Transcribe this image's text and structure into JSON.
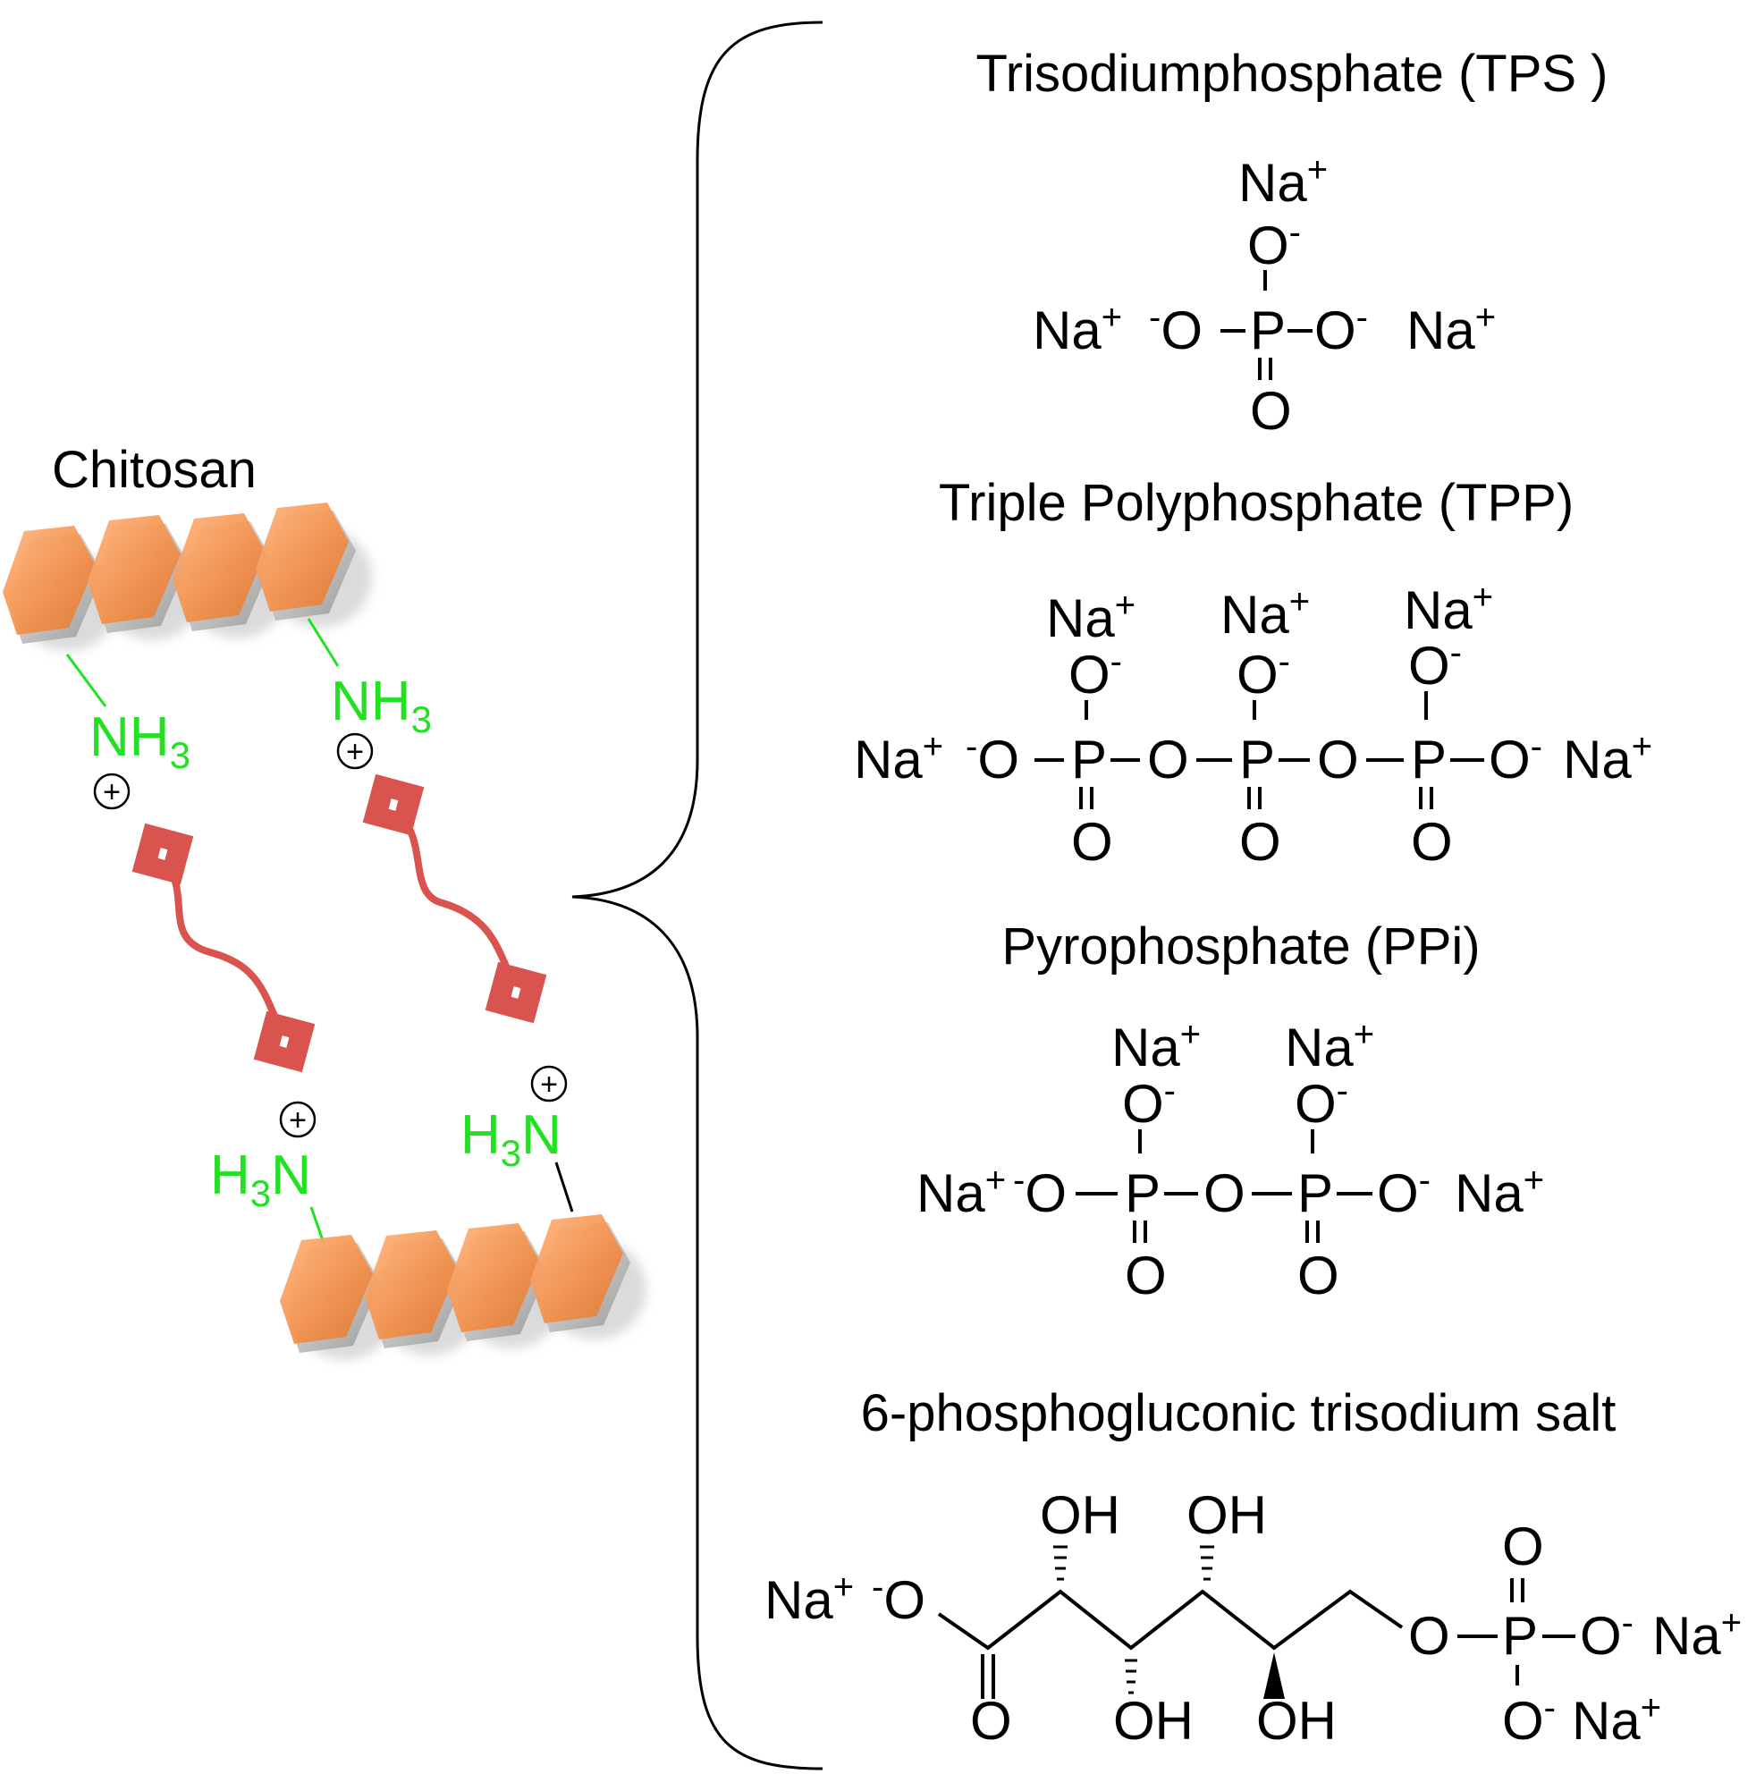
{
  "chitosan": {
    "label": "Chitosan",
    "amine_top_label": "NH",
    "amine_bottom_label": "H",
    "amine_subscript": "3",
    "amine_nitrogen": "N",
    "positive_charge": "+",
    "glucosamine_units_per_chain": 4,
    "crosslinker_count": 2
  },
  "molecules": [
    {
      "name": "Trisodiumphosphate (TPS )"
    },
    {
      "name": "Triple Polyphosphate (TPP)"
    },
    {
      "name": "Pyrophosphate (PPi)"
    },
    {
      "name": "6-phosphogluconic trisodium salt"
    }
  ],
  "atoms": {
    "sodium": "Na",
    "oxygen": "O",
    "phosphorus": "P",
    "hydroxyl": "OH",
    "cation": "+",
    "anion": "-"
  },
  "colors": {
    "amine_green": "#22e022",
    "crosslinker_red": "#d9534f",
    "sugar_orange": "#f4904a",
    "sugar_shadow": "#b8b8b8",
    "ink": "#000000"
  }
}
